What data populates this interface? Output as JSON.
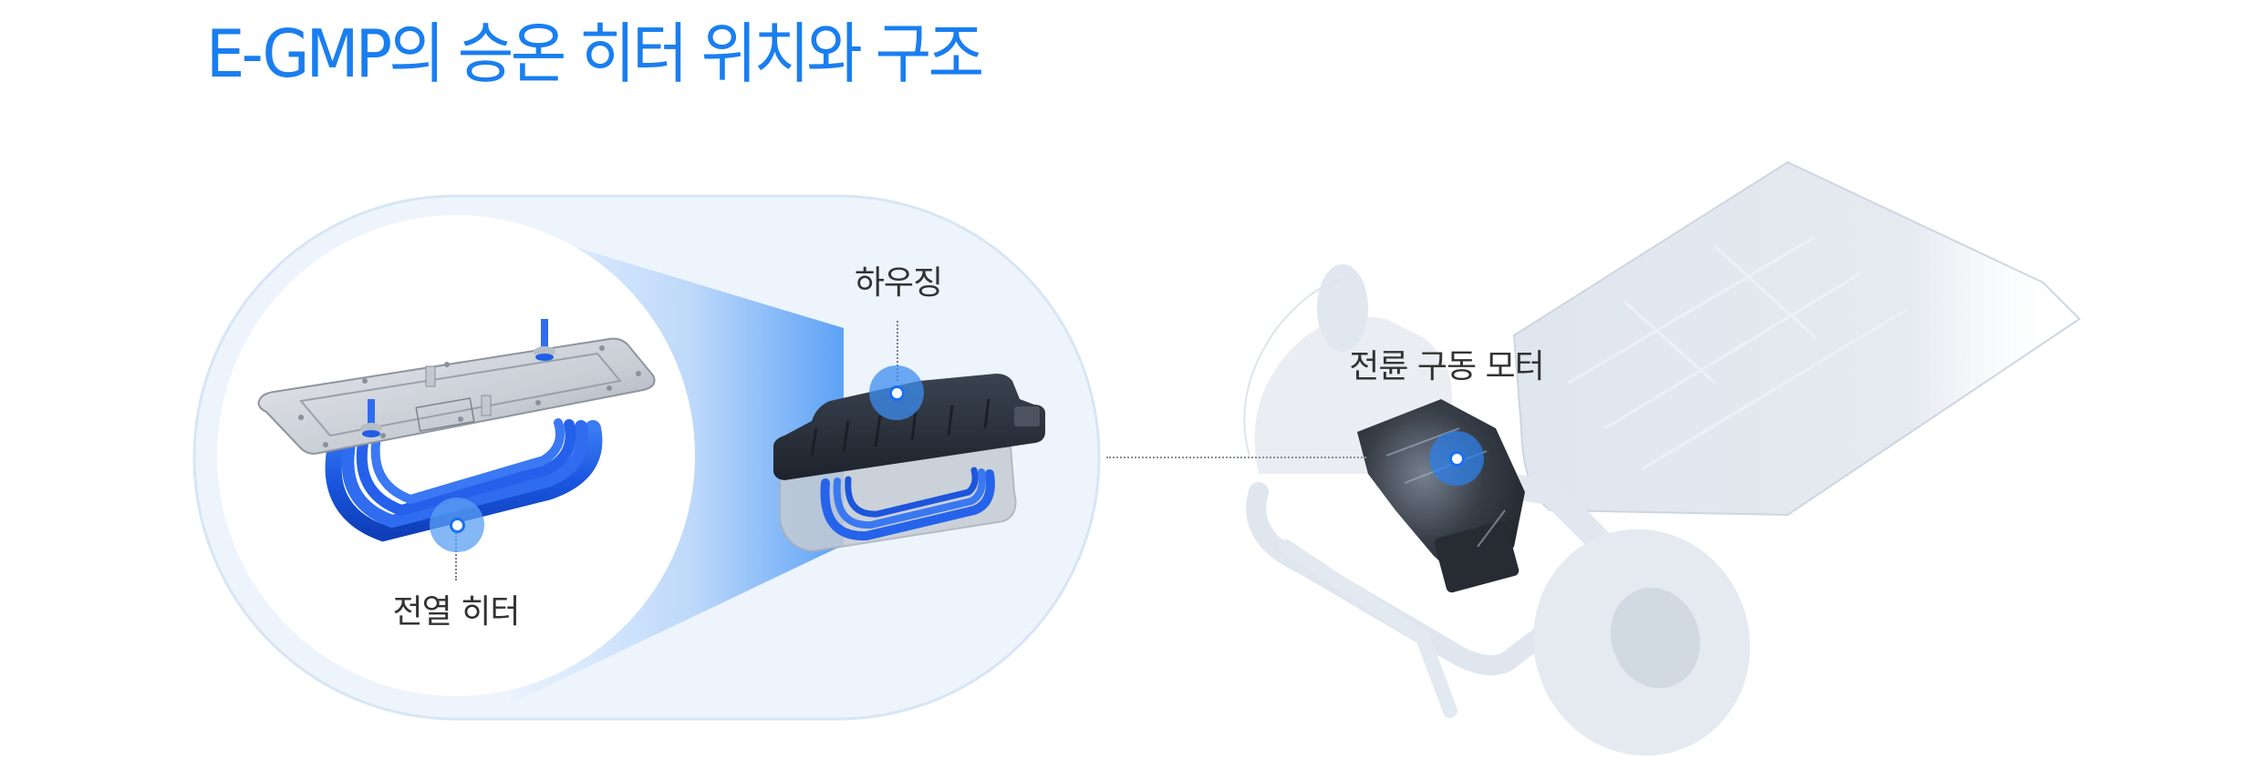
{
  "header": {
    "title": "E-GMP의 승온 히터 위치와 구조"
  },
  "colors": {
    "title": "#1a7ef0",
    "pill_bg": "#edf4fb",
    "pill_border": "#d7e6f5",
    "inner_circle": "#ffffff",
    "beam_light": "#e6f0fc",
    "beam_strong": "#5da2f6",
    "hotspot_halo": "#3d8ef0",
    "hotspot_ring": "#1a6ff0",
    "label_text": "#333333",
    "heater_coil": "#1f5fe6",
    "heater_plate": "#c9ced6",
    "housing_top": "#2b3340",
    "chassis": "#dfe5ee"
  },
  "diagram": {
    "heater_detail": {
      "label": "전열 히터",
      "icon": "electric-heater-coil"
    },
    "housing_detail": {
      "label": "하우징",
      "icon": "heater-housing"
    },
    "vehicle": {
      "label": "전륜 구동 모터",
      "icon": "front-drive-motor-chassis"
    }
  }
}
